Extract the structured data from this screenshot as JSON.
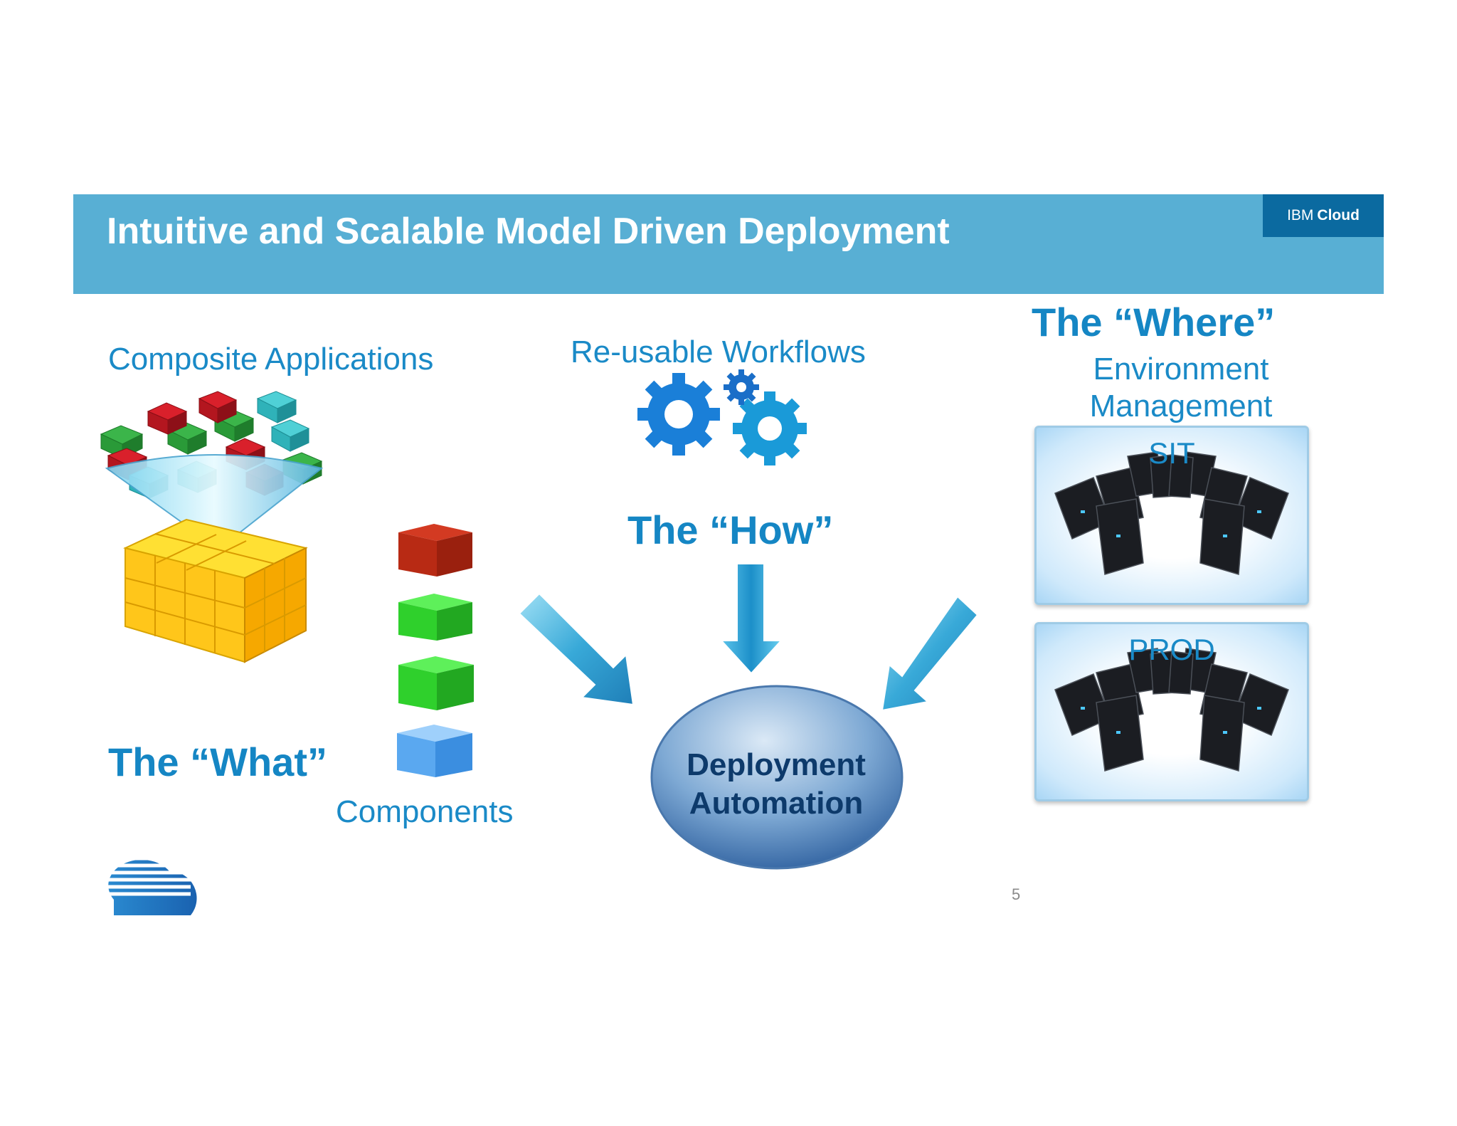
{
  "header": {
    "title": "Intuitive and Scalable Model Driven Deployment",
    "brand_prefix": "IBM",
    "brand_suffix": "Cloud",
    "band_color": "#58afd4",
    "brand_color": "#0b6aa0"
  },
  "what": {
    "caption": "Composite Applications",
    "heading": "The “What”",
    "sub": "Components"
  },
  "how": {
    "caption": "Re-usable Workflows",
    "heading": "The “How”"
  },
  "where": {
    "heading": "The “Where”",
    "sub_line1": "Environment",
    "sub_line2": "Management",
    "environments": [
      "SIT",
      "PROD"
    ]
  },
  "center": {
    "line1": "Deployment",
    "line2": "Automation"
  },
  "footer": {
    "page_number": "5",
    "logo_icon": "cloud-logo-icon"
  },
  "colors": {
    "text_blue": "#1a8ac7",
    "heading_blue": "#1586c4",
    "ellipse_text": "#0d3a6b"
  }
}
